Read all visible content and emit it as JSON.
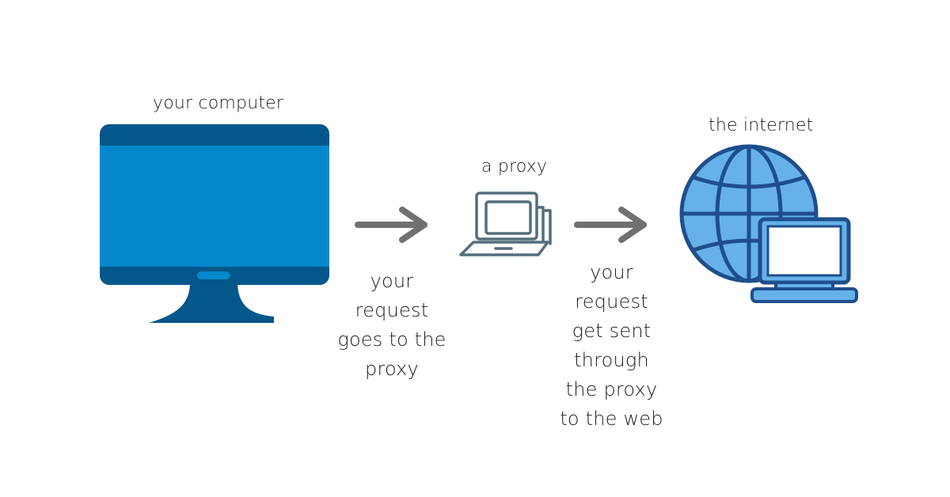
{
  "nodes": {
    "computer": {
      "label": "your computer"
    },
    "proxy": {
      "label": "a proxy"
    },
    "internet": {
      "label": "the internet"
    }
  },
  "captions": {
    "to_proxy": "your\nrequest\ngoes to the\nproxy",
    "to_web": "your\nrequest\nget sent\nthrough\nthe proxy\nto the web"
  },
  "icons": {
    "computer": "desktop-monitor-icon",
    "proxy": "laptop-stack-icon",
    "internet": "globe-with-laptop-icon",
    "arrow": "right-arrow-icon"
  },
  "colors": {
    "monitor_dark": "#03578A",
    "monitor_screen": "#0587CC",
    "proxy_stroke": "#546E7A",
    "arrow": "#707070",
    "globe_fill": "#66B1E8",
    "globe_stroke": "#1F4E8C"
  }
}
